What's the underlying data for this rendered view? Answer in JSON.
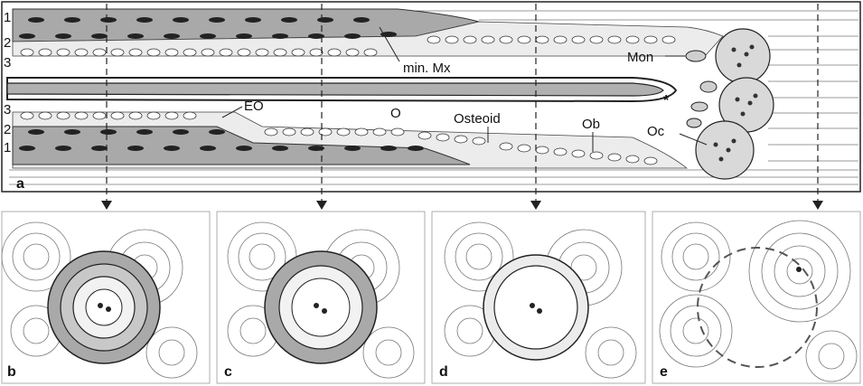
{
  "top_panel": {
    "panel_letter": "a",
    "layer_numbers_upper": [
      "1",
      "2",
      "3"
    ],
    "layer_numbers_lower": [
      "3",
      "2",
      "1"
    ],
    "labels": {
      "mineralized_matrix": "min. Mx",
      "monocyte": "Mon",
      "asterisk": "*",
      "eo": "EO",
      "o": "O",
      "osteoid": "Osteoid",
      "osteoblast": "Ob",
      "osteoclast": "Oc"
    }
  },
  "bottom_panels": [
    {
      "letter": "b"
    },
    {
      "letter": "c"
    },
    {
      "letter": "d"
    },
    {
      "letter": "e"
    }
  ],
  "colors": {
    "ink": "#1a1a1a",
    "mineralized_gray": "#a9a9a9",
    "light_gray": "#d6d6d6",
    "paper": "#ffffff"
  }
}
